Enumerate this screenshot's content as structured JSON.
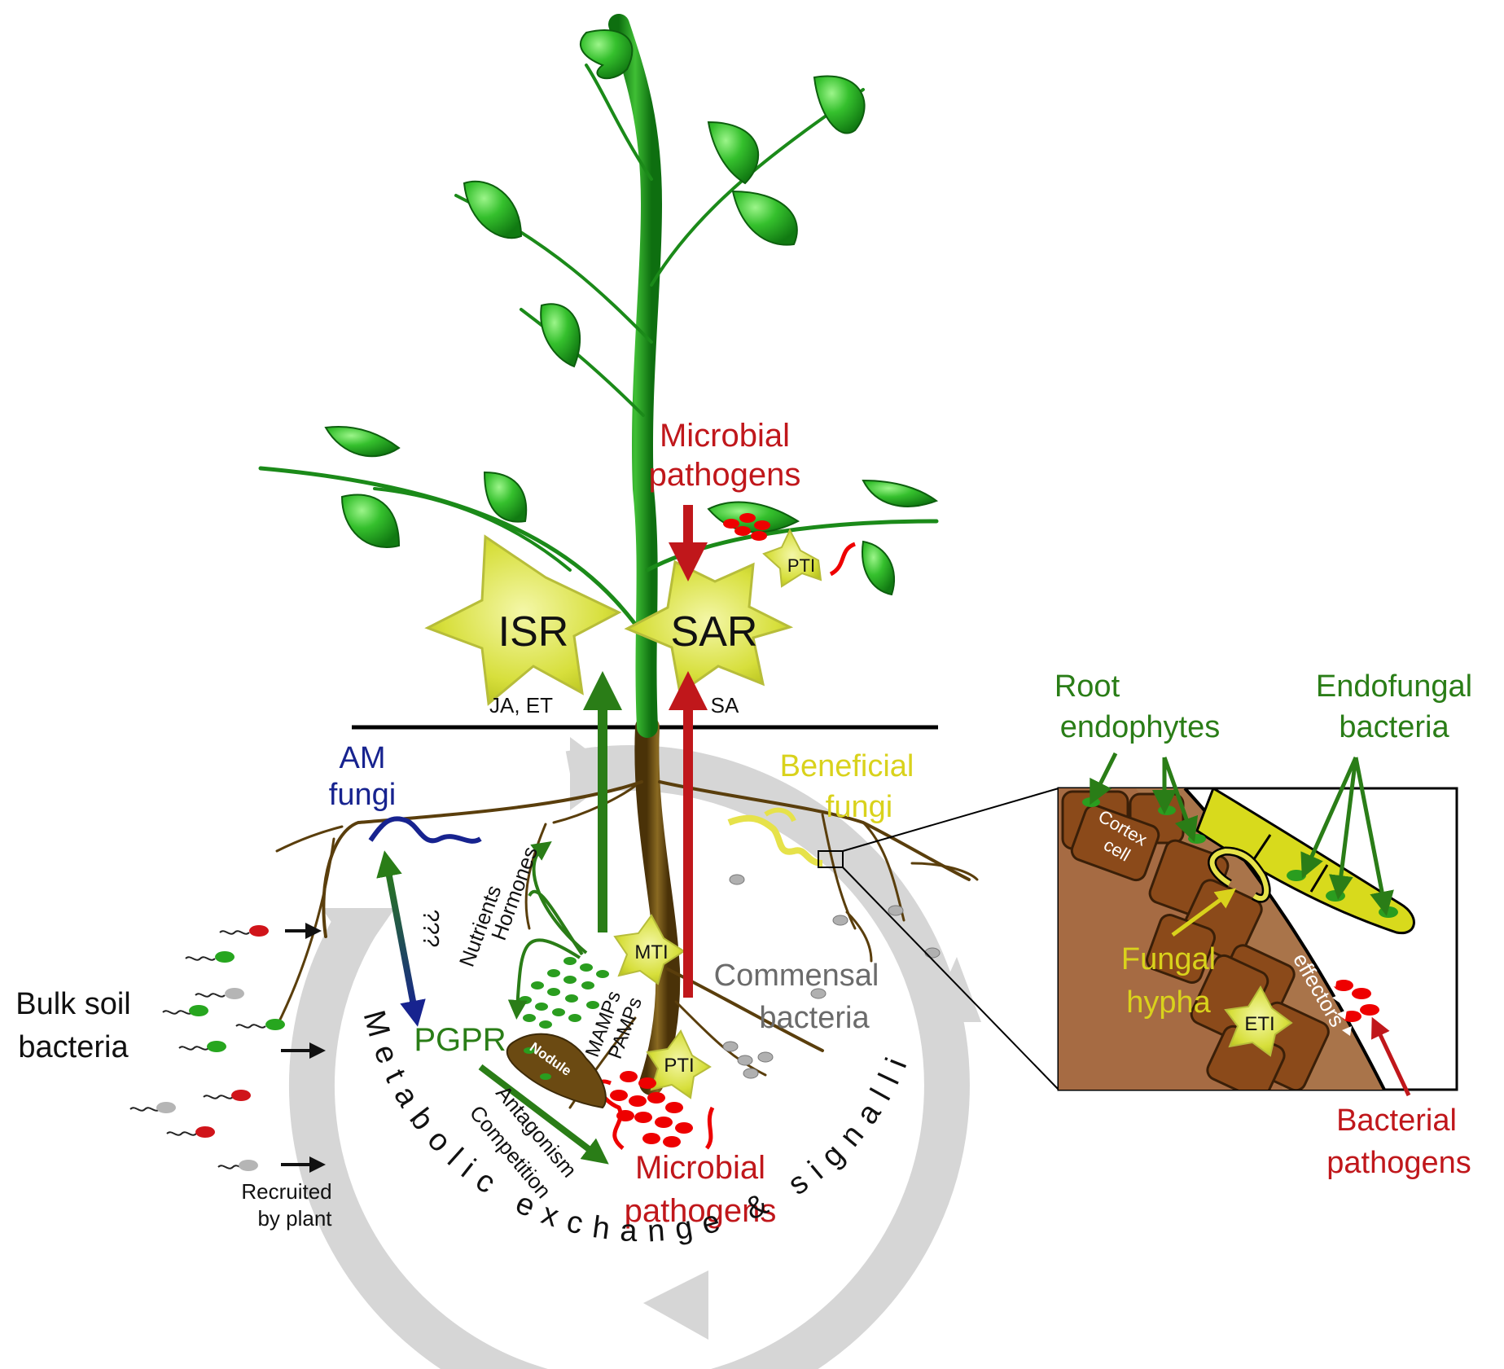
{
  "colors": {
    "pathogen_red": "#c0171b",
    "beneficial_green": "#2a7d17",
    "am_fungi_blue": "#17238f",
    "fungi_yellow": "#d9d21c",
    "commensal_grey": "#6b6b6b",
    "root_brown": "#6b4a12",
    "leaf_green": "#2fb52a",
    "star_yellow": "#d8e04a",
    "cycle_grey": "#d4d4d4"
  },
  "shoot": {
    "microbial_pathogens_line1": "Microbial",
    "microbial_pathogens_line2": "pathogens",
    "pti_leaf": "PTI",
    "isr": "ISR",
    "sar": "SAR",
    "ja_et": "JA, ET",
    "sa": "SA"
  },
  "soil": {
    "am_fungi_line1": "AM",
    "am_fungi_line2": "fungi",
    "beneficial_fungi_line1": "Beneficial",
    "beneficial_fungi_line2": "fungi",
    "question_marks": "???",
    "nutrients": "Nutrients",
    "hormones": "Hormones",
    "mti": "MTI",
    "commensal_line1": "Commensal",
    "commensal_line2": "bacteria",
    "pgpr": "PGPR",
    "nodule": "Nodule",
    "mamps": "MAMPs",
    "pamps": "PAMPs",
    "pti_root": "PTI",
    "antagonism": "Antagonism",
    "competition": "Competition",
    "microbial_pathogens_line1": "Microbial",
    "microbial_pathogens_line2": "pathogens",
    "bulk_soil_line1": "Bulk soil",
    "bulk_soil_line2": "bacteria",
    "recruited_line1": "Recruited",
    "recruited_line2": "by plant",
    "cycle_text": "Metabolic exchange & signalling"
  },
  "inset": {
    "root_endophytes_line1": "Root",
    "root_endophytes_line2": "endophytes",
    "endofungal_line1": "Endofungal",
    "endofungal_line2": "bacteria",
    "cortex_line1": "Cortex",
    "cortex_line2": "cell",
    "fungal_hypha_line1": "Fungal",
    "fungal_hypha_line2": "hypha",
    "effectors": "effectors",
    "eti": "ETI",
    "bacterial_pathogens_line1": "Bacterial",
    "bacterial_pathogens_line2": "pathogens"
  }
}
